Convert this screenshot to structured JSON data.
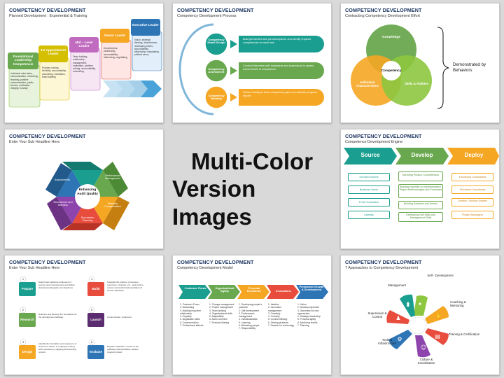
{
  "center": {
    "line1": "Multi-Color",
    "line2": "Version Images"
  },
  "colors": {
    "green": "#6aa84f",
    "lime": "#8dc63f",
    "orange": "#f5a623",
    "red": "#e84c3d",
    "purple": "#8e44ad",
    "blue": "#2e75b6",
    "teal": "#1a9e8f",
    "navy": "#1f3864"
  },
  "slides": [
    {
      "title": "COMPETENCY DEVELOPMENT",
      "subtitle": "Planned Development : Experiential & Training",
      "steps": [
        {
          "label": "Foundational Leadership Competencie",
          "body": "Individual roles tasks, communication, mentoring, teaching, positive communication, public service, motivation, integrity, honesty"
        },
        {
          "label": "1st Appointment Leader",
          "body": "Problem solving, flexibility, accountability, counseling, motivation, team building"
        },
        {
          "label": "Mid – Level Leader",
          "body": "Team building, relationship management, motivation, problem solving, accountability, counseling"
        },
        {
          "label": "Senior Leader",
          "body": "Decisiveness, partnership, accountability, influencing, negotiating"
        },
        {
          "label": "Executive Leader",
          "body": "Vision, strategic thinking, decisiveness, developing others, accountability, influencing / negotiating, political savvy"
        }
      ]
    },
    {
      "title": "COMPETENCY DEVELOPMENT",
      "subtitle": "Competency Development Process",
      "stages": [
        {
          "label": "Competency Model Design",
          "body": "Build job families and job descriptions, and identify required competencies for each task"
        },
        {
          "label": "Competency Assessment",
          "body": "Conduct interviews with employees and supervisors to assess current levels of competence"
        },
        {
          "label": "Competency Building",
          "body": "Deliver training to close competency gaps and maintain progress reports"
        }
      ]
    },
    {
      "title": "COMPETENCY DEVELOPMENT",
      "subtitle": "Contracting Competency Development Effort",
      "circles": {
        "top": "Knowledge",
        "left": "Individual Characteristics",
        "right": "Skills & Abilities",
        "center": "Competency"
      },
      "brace_label": "Demonstrated by Behaviors"
    },
    {
      "title": "COMPETENCY DEVELOPMENT",
      "subtitle": "Enter Your Sub Headline Here",
      "hub": "Enhancing Audit Quality",
      "segments": [
        "Professional Development",
        "Performance Management",
        "Rewards Compensation",
        "Succession Planning",
        "Recruitment and selection",
        "Assessments"
      ]
    },
    {
      "title": "COMPETENCY DEVELOPMENT",
      "subtitle": "Competence Development Engine",
      "columns": [
        {
          "head": "Source",
          "items": [
            "Domain Experts",
            "Business Users",
            "Fresh Graduates",
            "Laterals"
          ]
        },
        {
          "head": "Develop",
          "items": [
            "Nurturing Product Competencies",
            "Building expertise on implementation, Project Methodologies and Processes",
            "Building Solutions and Demos",
            "Developing Soft Skills and Management Skills"
          ]
        },
        {
          "head": "Deploy",
          "items": [
            "Functional Consultants",
            "Technical Consultants",
            "Domain / Solution Experts",
            "Project Managers"
          ]
        }
      ]
    },
    {
      "title": "COMPETENCY DEVELOPMENT",
      "subtitle": "Enter Your Sub Headline Here",
      "steps": [
        {
          "num": "1",
          "label": "Prepare",
          "body": "Select well-matched employees to receive new competencies and define developmental goals and objectives"
        },
        {
          "num": "2",
          "label": "Research",
          "body": "Examine and develop the foundation for the development pathway"
        },
        {
          "num": "3",
          "label": "Design",
          "body": "Identify the foundation and sequence of lessons to deliver to employees along with competency mapping and learning content"
        },
        {
          "num": "4",
          "label": "Build",
          "body": "Integrate the policies, processes, resources, structure, etc., and tools to ensure successful implementation of chosen pathways"
        },
        {
          "num": "5",
          "label": "Launch",
          "body": "Communicate, implement"
        },
        {
          "num": "6",
          "label": "Evaluate",
          "body": "Regular evaluation, review of the pathway implementation, assess program impact"
        }
      ]
    },
    {
      "title": "COMPETENCY DEVELOPMENT",
      "subtitle": "Competency Development Model",
      "columns": [
        {
          "head": "Customer Focus",
          "items": [
            "Customer Focus",
            "Networking",
            "Building long term relationship",
            "Empathy",
            "Negotiation skills",
            "Communication",
            "Professional attitude"
          ]
        },
        {
          "head": "Organizational Agility",
          "items": [
            "Change management",
            "Project management",
            "Team building",
            "Organizational skills",
            "Adaptability",
            "Action oriented",
            "Decision-Making"
          ]
        },
        {
          "head": "Personal Excellence",
          "items": [
            "Developing people's potential",
            "Self development",
            "Performance management",
            "Individualization",
            "Learning",
            "Motivating people",
            "Responsibility"
          ]
        },
        {
          "head": "Innovations",
          "items": [
            "Ideation",
            "Innovation management",
            "Creativity",
            "Curiosity",
            "Context thinking",
            "Striving problems",
            "Passion for technology"
          ]
        },
        {
          "head": "Permanent Growth & Development",
          "items": [
            "Vision",
            "Global perspective",
            "Openness for new approaches",
            "Strategic leadership",
            "Personal agility",
            "Achieving results",
            "Planning"
          ]
        }
      ]
    },
    {
      "title": "COMPETENCY DEVELOPMENT",
      "subtitle": "7 Approaches to Competency Development",
      "approaches": [
        "Self - Development",
        "Coaching & Mentoring",
        "Training & Certification",
        "Culture & Socialization",
        "Tools & Infrastructure",
        "Supervision & Control",
        "Management"
      ]
    }
  ]
}
